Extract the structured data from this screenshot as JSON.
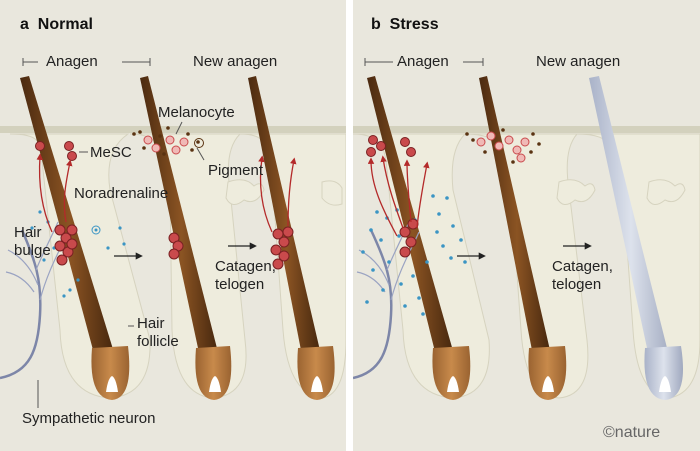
{
  "panel_a": {
    "letter": "a",
    "title": "Normal",
    "stage_anagen": "Anagen",
    "stage_new_anagen": "New anagen",
    "melanocyte": "Melanocyte",
    "mesc": "MeSC",
    "pigment": "Pigment",
    "noradrenaline": "Noradrenaline",
    "hair_bulge_1": "Hair",
    "hair_bulge_2": "bulge",
    "catagen_1": "Catagen,",
    "catagen_2": "telogen",
    "hair_follicle_1": "Hair",
    "hair_follicle_2": "follicle",
    "sympathetic_neuron": "Sympathetic neuron"
  },
  "panel_b": {
    "letter": "b",
    "title": "Stress",
    "stage_anagen": "Anagen",
    "stage_new_anagen": "New anagen",
    "catagen_1": "Catagen,",
    "catagen_2": "telogen",
    "credit": "©nature"
  },
  "colors": {
    "background": "#e9e7dd",
    "skin": "#d9d7c4",
    "follicle": "#eeecdd",
    "hair_dark": "#5c3315",
    "hair_light": "#b77a43",
    "grey_hair": "#c2cada",
    "mesc_cell": "#c94a4c",
    "arrow_red": "#b42a2a",
    "noradrenaline_dot": "#3b95c4",
    "neuron": "#7d86a8",
    "pigment": "#5a3312"
  }
}
